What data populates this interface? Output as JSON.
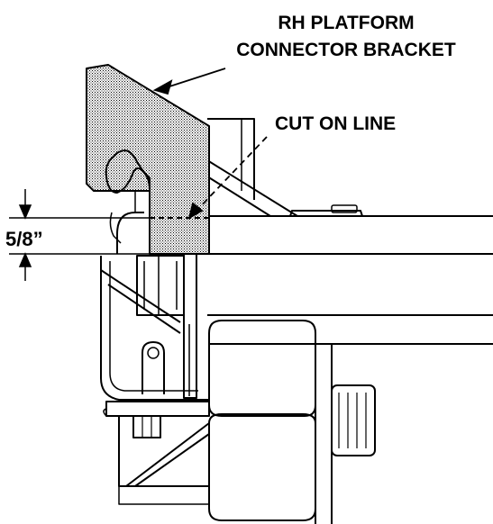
{
  "labels": {
    "bracket_line1": "RH PLATFORM",
    "bracket_line2": "CONNECTOR BRACKET",
    "cut_line": "CUT ON LINE",
    "dimension": "5/8”"
  },
  "colors": {
    "ink": "#000000",
    "paper": "#ffffff",
    "stipple": "#000000"
  }
}
